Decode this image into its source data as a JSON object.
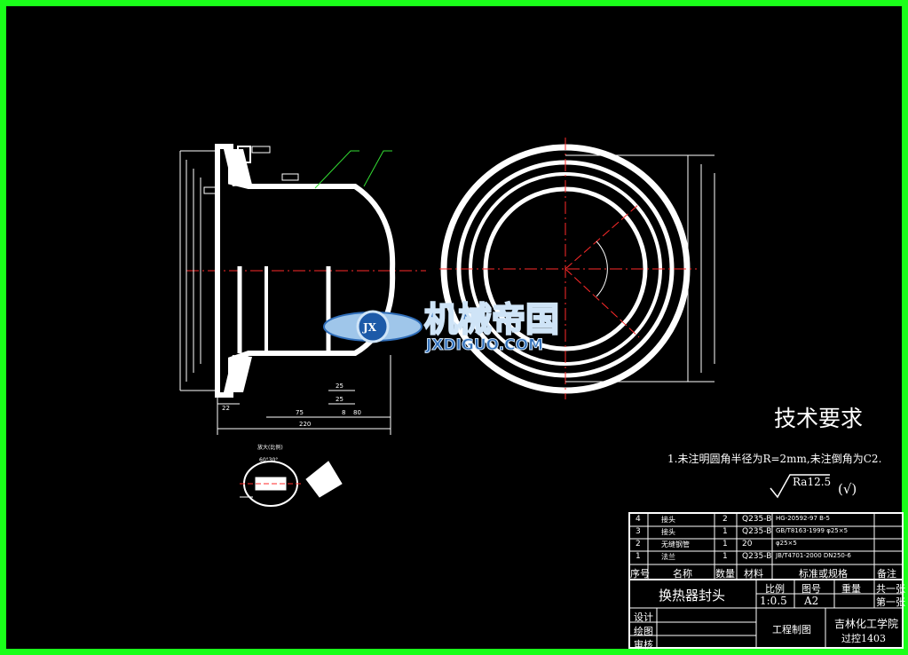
{
  "colors": {
    "border": "#1aff1a",
    "background": "#000000",
    "lines": "#ffffff",
    "center_lines": "#ff2a2a",
    "dims": "#ffffff",
    "leaders": "#33dd33",
    "watermark_blue": "#2f6db8"
  },
  "watermark": {
    "cn": "机械帝国",
    "en": "JXDIGUO.COM",
    "logo_letters": "JX"
  },
  "dims": {
    "d1": "22",
    "d2": "75",
    "d3": "8",
    "d4": "80",
    "d5": "220",
    "d6": "25",
    "d7": "25"
  },
  "detail": {
    "title": "放大(比例)",
    "angle": "60°30°"
  },
  "tech": {
    "title": "技术要求",
    "req1": "1.未注明圆角半径为R=2mm,未注倒角为C2.",
    "roughness": "Ra12.5",
    "roughness_other": "(√)"
  },
  "bom": {
    "rows": [
      {
        "no": "4",
        "name": "接头",
        "qty": "2",
        "mat": "Q235-B",
        "std": "HG-20592-97 B-5"
      },
      {
        "no": "3",
        "name": "接头",
        "qty": "1",
        "mat": "Q235-B",
        "std": "GB/T8163-1999 φ25×5"
      },
      {
        "no": "2",
        "name": "无缝钢管",
        "qty": "1",
        "mat": "20",
        "std": "φ25×5"
      },
      {
        "no": "1",
        "name": "法兰",
        "qty": "1",
        "mat": "Q235-B",
        "std": "JB/T4701-2000 DN250-6"
      }
    ],
    "header": {
      "no": "序号",
      "name": "名称",
      "qty": "数量",
      "mat": "材料",
      "std": "标准或规格",
      "note": "备注"
    }
  },
  "title_block": {
    "drawing_title": "换热器封头",
    "scale_label": "比例",
    "scale": "1:0.5",
    "drawing_no_label": "图号",
    "drawing_no": "A2",
    "weight_label": "重量",
    "sheets_total": "共一张",
    "sheet_this": "第一张",
    "design": "设计",
    "draw": "绘图",
    "review": "审核",
    "course": "工程制图",
    "school": "吉林化工学院",
    "class": "过控1403"
  }
}
